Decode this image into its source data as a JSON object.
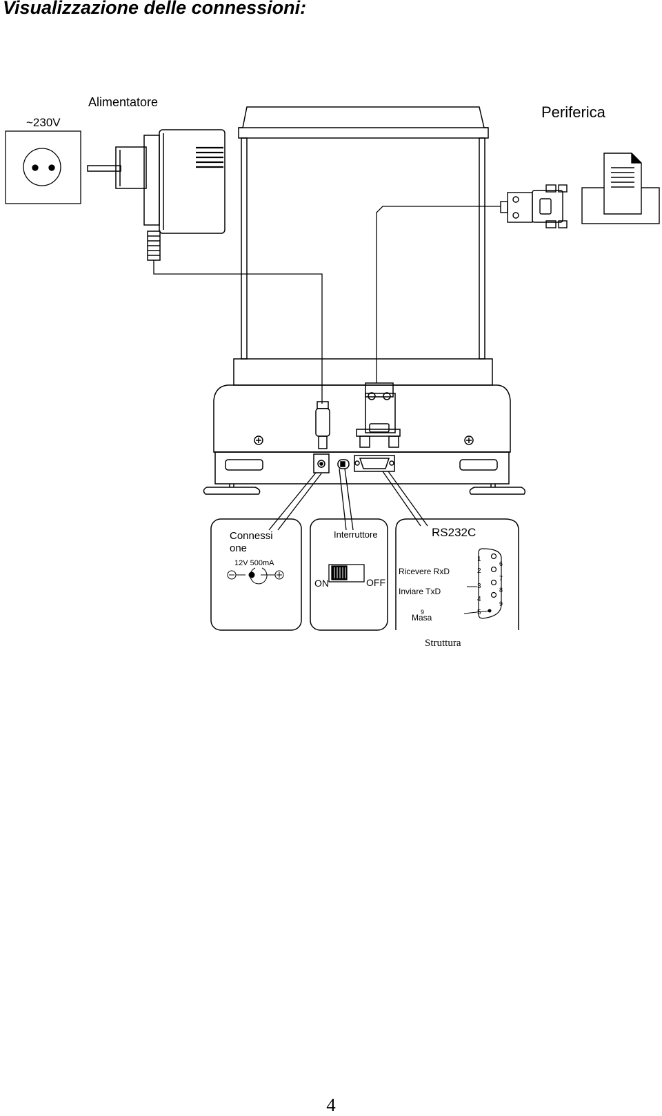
{
  "page": {
    "title": "Visualizzazione delle connessioni:",
    "page_number": "4"
  },
  "labels": {
    "mains_voltage": "~230V",
    "power_adapter": "Alimentatore",
    "peripheral": "Periferica",
    "structure": "Struttura"
  },
  "connection_panel": {
    "title_line1": "Connessi",
    "title_line2": "one",
    "rating": "12V  500mA"
  },
  "switch_panel": {
    "title": "Interruttore",
    "on_label": "ON",
    "off_label": "OFF"
  },
  "rs232_panel": {
    "title": "RS232C",
    "rxd_label": "Ricevere RxD",
    "txd_label": "Inviare TxD",
    "ground_pin": "9",
    "ground_label": "Masa",
    "pins_left": [
      "1",
      "2",
      "3",
      "4",
      "5"
    ],
    "pins_right": [
      "6",
      "7",
      "8",
      "9"
    ]
  }
}
